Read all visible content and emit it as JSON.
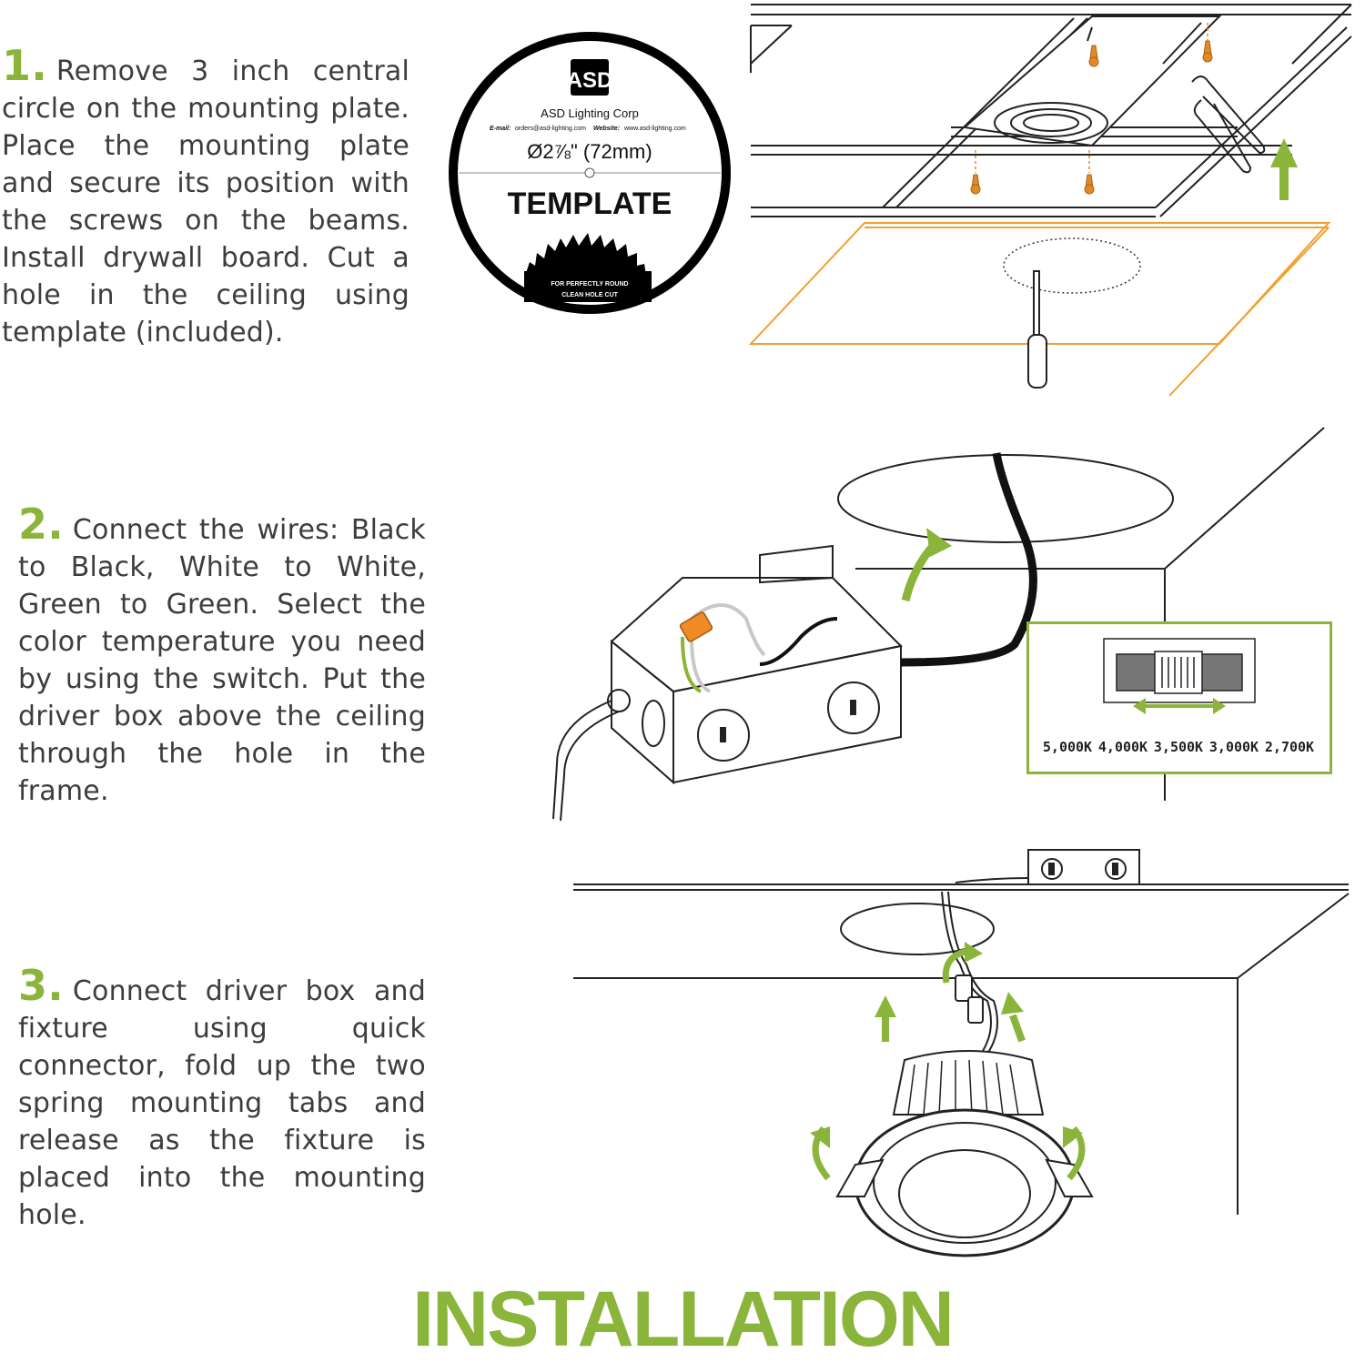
{
  "steps": [
    {
      "number": "1.",
      "text": "Remove 3 inch central circle on the mounting plate. Place the mounting plate and secure its position with the screws on the beams. Install drywall board. Cut a hole in the ceiling using template (included)."
    },
    {
      "number": "2.",
      "text": "Connect the wires: Black to Black, White to White, Green to Green. Select the color temperature you need by using the switch. Put the driver box above the ceiling through the hole in the frame."
    },
    {
      "number": "3.",
      "text": "Connect driver box and fixture using quick connector, fold up the two spring mounting tabs and release as the fixture is placed into the mounting hole."
    }
  ],
  "template": {
    "logo": "ASD",
    "company": "ASD Lighting Corp",
    "email_label": "E-mail:",
    "email": "orders@asd-lighting.com",
    "website_label": "Website:",
    "website": "www.asd-lighting.com",
    "size": "Ø2⅞\" (72mm)",
    "heading": "TEMPLATE",
    "footer_line1": "FOR PERFECTLY ROUND",
    "footer_line2": "CLEAN HOLE CUT"
  },
  "switch": {
    "labels": [
      "5,000K",
      "4,000K",
      "3,500K",
      "3,000K",
      "2,700K"
    ]
  },
  "title": "INSTALLATION",
  "colors": {
    "accent": "#8ab53a",
    "drywall": "#f0a030",
    "screw": "#e08a2a",
    "connector": "#f08a24"
  }
}
